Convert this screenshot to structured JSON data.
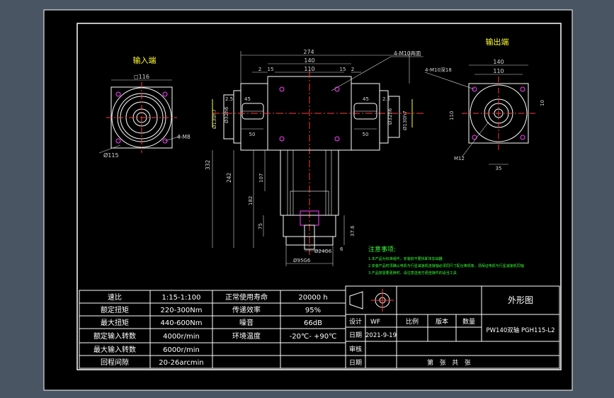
{
  "colors": {
    "background": "#4a5563",
    "sheet": "#000000",
    "line": "#ffffff",
    "center_line": "#ff3b3b",
    "dimension": "#d6d6d6",
    "accent_yellow": "#ffff33",
    "accent_green": "#39ff39",
    "accent_cyan": "#00e5e5",
    "accent_magenta": "#ff40ff"
  },
  "views": {
    "input_end_title": "输入端",
    "output_end_title": "输出端"
  },
  "dims": {
    "input_dia_116": "◻116",
    "input_dia_115": "Ø115",
    "input_holes": "4-M8",
    "top_274": "274",
    "top_140": "140",
    "top_110": "110",
    "top_2_left": "2",
    "top_15": "15",
    "top_2_right": "2",
    "top_15_right": "15",
    "holes_mid": "4-M10两面",
    "left_25": "2.5",
    "left_45": "45",
    "left_50": "50",
    "right_25": "2.5",
    "right_45": "45",
    "right_50": "50",
    "left_dia_130": "Ø130h7",
    "left_dia_32": "Ø32h6",
    "right_dia_32": "Ø32h6",
    "right_dia_130": "Ø130h7",
    "vert_332": "332",
    "vert_242": "242",
    "vert_107": "107",
    "vert_182": "182",
    "vert_75": "75",
    "bottom_376": "37.6",
    "bottom_6": "6",
    "bottom_24": "Ø24G6",
    "bottom_95": "Ø95G6",
    "out_140": "140",
    "out_110": "110",
    "out_holes": "4-M10深18",
    "out_10": "10",
    "out_110_vert": "110",
    "out_m12": "M12",
    "out_35": "35"
  },
  "notes": {
    "title": "注意事项:",
    "lines": [
      "1.本产品为标准组件，安装前不要拆卸本加油器",
      "2.安装产品时须确认电机与行星减速机连接轴必须同尺寸配合等现象，须保证电机与行星减速机同轴",
      "3.产品按需要更换时，请注意选用方便连接件的适当工具"
    ]
  },
  "specs": {
    "rows": [
      {
        "l1": "速比",
        "v1": "1:15-1:100",
        "l2": "正常使用寿命",
        "v2": "20000 h"
      },
      {
        "l1": "额定扭矩",
        "v1": "220-300Nm",
        "l2": "传递效率",
        "v2": "95%"
      },
      {
        "l1": "最大扭矩",
        "v1": "440-600Nm",
        "l2": "噪音",
        "v2": "66dB"
      },
      {
        "l1": "额定输入转数",
        "v1": "4000r/min",
        "l2": "环境温度",
        "v2": "-20℃- +90℃"
      },
      {
        "l1": "最大输入转数",
        "v1": "6000r/min",
        "l2": "",
        "v2": ""
      },
      {
        "l1": "回程间隙",
        "v1": "20-26arcmin",
        "l2": "",
        "v2": ""
      }
    ]
  },
  "title_block": {
    "drawing_title": "外形图",
    "design_label": "设计",
    "designer": "WF",
    "scale_label": "比例",
    "version_label": "版本",
    "qty_label": "数量",
    "model": "PW140双轴 PGH115-L2",
    "date_label": "日期",
    "date_value": "2021-9-19",
    "review_label": "审核",
    "date_label2": "日期",
    "sheet_text": "第   张   共   张"
  }
}
